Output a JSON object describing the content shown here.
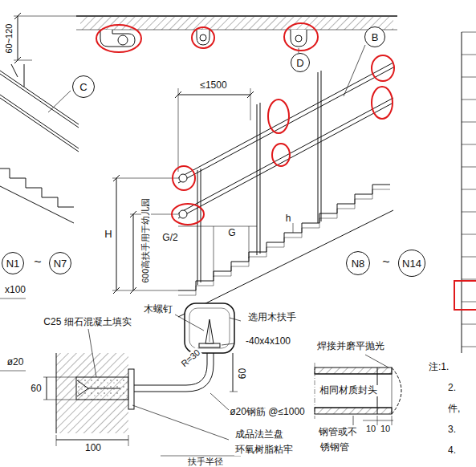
{
  "diagram": {
    "nodes": [
      {
        "text": [
          "C"
        ]
      },
      {
        "text": [
          "D"
        ]
      },
      {
        "text": [
          "B"
        ]
      },
      {
        "text": [
          "N1"
        ]
      },
      {
        "text": [
          "N7"
        ]
      },
      {
        "text": [
          "N8"
        ]
      },
      {
        "text": [
          "N14"
        ]
      }
    ],
    "labels": [
      "60~120",
      "≤1500",
      "H",
      "600高扶手用于幼儿园",
      "G/2",
      "G",
      "h",
      "~",
      "~",
      "x100",
      "ø20",
      "C25 细石混凝土填实",
      "木螺钉",
      "选用木扶手",
      "-40x4x100",
      "R=30",
      "60",
      "60",
      "ø20钢筋 @≤1000",
      "成品法兰盘",
      "环氧树脂粘牢",
      "100",
      "焊接并磨平抛光",
      "相同材质封头",
      "钢管或不",
      "锈钢管",
      "10",
      "10",
      "注:1.",
      "2.",
      "件,",
      "3.",
      "4.",
      "扶手半径"
    ]
  }
}
